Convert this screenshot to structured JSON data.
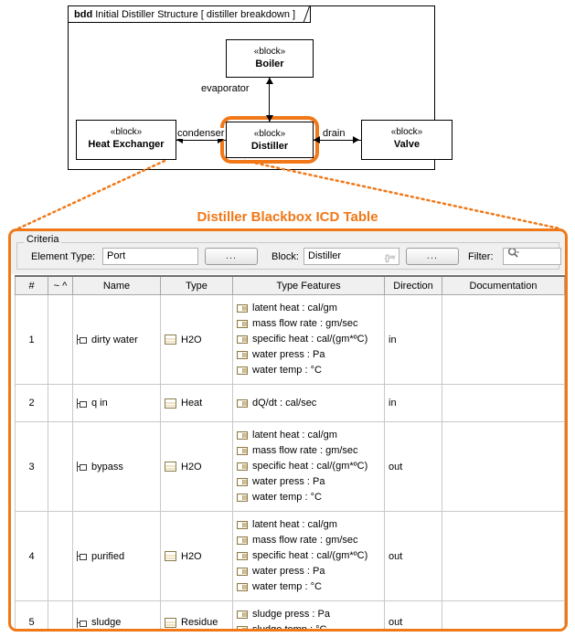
{
  "diagram": {
    "frame_kind": "bdd",
    "frame_name": "Initial Distiller Structure",
    "frame_scope": "[ distiller breakdown ]",
    "highlight_color": "#F07818",
    "blocks": [
      {
        "stereotype": "«block»",
        "name": "Boiler"
      },
      {
        "stereotype": "«block»",
        "name": "Heat Exchanger"
      },
      {
        "stereotype": "«block»",
        "name": "Distiller"
      },
      {
        "stereotype": "«block»",
        "name": "Valve"
      }
    ],
    "connector_labels": {
      "evaporator": "evaporator",
      "condenser": "condenser",
      "drain": "drain"
    }
  },
  "icd": {
    "title": "Distiller Blackbox ICD Table",
    "criteria": {
      "legend": "Criteria",
      "element_type_label": "Element Type:",
      "element_type_value": "Port",
      "element_type_button": "...",
      "block_label": "Block:",
      "block_value": "Distiller",
      "block_glyph": "{}ʷʸ",
      "block_button": "...",
      "filter_label": "Filter:",
      "filter_placeholder": ""
    },
    "columns": [
      "#",
      "~ ^",
      "Name",
      "Type",
      "Type Features",
      "Direction",
      "Documentation"
    ],
    "rows": [
      {
        "num": "1",
        "flags": "",
        "name": "dirty water",
        "type": "H2O",
        "features": [
          "latent heat : cal/gm",
          "mass flow rate : gm/sec",
          "specific heat : cal/(gm*ºC)",
          "water press : Pa",
          "water temp : °C"
        ],
        "direction": "in",
        "documentation": ""
      },
      {
        "num": "2",
        "flags": "",
        "name": "q in",
        "type": "Heat",
        "features": [
          "dQ/dt : cal/sec"
        ],
        "direction": "in",
        "documentation": ""
      },
      {
        "num": "3",
        "flags": "",
        "name": "bypass",
        "type": "H2O",
        "features": [
          "latent heat : cal/gm",
          "mass flow rate : gm/sec",
          "specific heat : cal/(gm*ºC)",
          "water press : Pa",
          "water temp : °C"
        ],
        "direction": "out",
        "documentation": ""
      },
      {
        "num": "4",
        "flags": "",
        "name": "purified",
        "type": "H2O",
        "features": [
          "latent heat : cal/gm",
          "mass flow rate : gm/sec",
          "specific heat : cal/(gm*ºC)",
          "water press : Pa",
          "water temp : °C"
        ],
        "direction": "out",
        "documentation": ""
      },
      {
        "num": "5",
        "flags": "",
        "name": "sludge",
        "type": "Residue",
        "features": [
          "sludge press : Pa",
          "sludge temp : °C"
        ],
        "direction": "out",
        "documentation": ""
      }
    ]
  }
}
